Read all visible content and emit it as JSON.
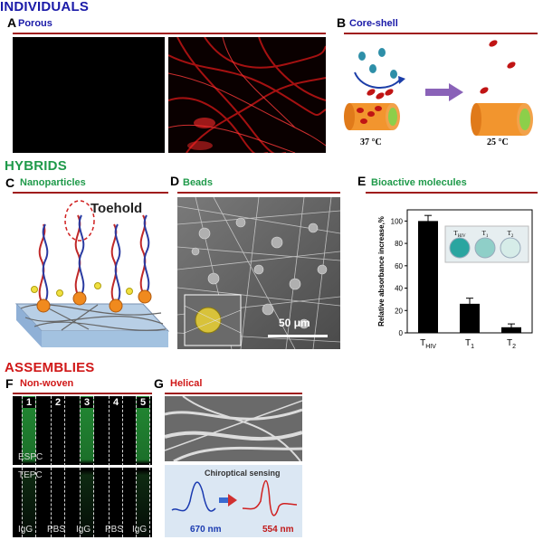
{
  "sections": {
    "individuals": "INDIVIDUALS",
    "hybrids": "HYBRIDS",
    "assemblies": "ASSEMBLIES"
  },
  "colors": {
    "individuals": "#1a1aa8",
    "hybrids": "#1f9a4a",
    "assemblies": "#d01818",
    "rule": "#a01c1c"
  },
  "panels": {
    "A": {
      "letter": "A",
      "title": "Porous"
    },
    "B": {
      "letter": "B",
      "title": "Core-shell",
      "temp_left": "37 °C",
      "temp_right": "25 °C"
    },
    "C": {
      "letter": "C",
      "title": "Nanoparticles",
      "label": "Toehold"
    },
    "D": {
      "letter": "D",
      "title": "Beads",
      "scale": "50 μm"
    },
    "E": {
      "letter": "E",
      "title": "Bioactive molecules"
    },
    "F": {
      "letter": "F",
      "title": "Non-woven",
      "lanes": [
        "1",
        "2",
        "3",
        "4",
        "5"
      ],
      "row_top": "ESPC",
      "row_bottom": "TEPC",
      "bottom_labels": [
        "IgG",
        "PBS",
        "IgG",
        "PBS",
        "IgG"
      ]
    },
    "G": {
      "letter": "G",
      "title": "Helical",
      "inset_title": "Chiroptical sensing",
      "wl_left": "670 nm",
      "wl_right": "554 nm"
    }
  },
  "chart_data": {
    "type": "bar",
    "categories": [
      "T_HIV",
      "T_1",
      "T_2"
    ],
    "values": [
      100,
      26,
      5
    ],
    "errors": [
      5,
      5,
      3
    ],
    "ylabel": "Relative absorbance increase,%",
    "ylim": [
      0,
      110
    ],
    "yticks": [
      0,
      20,
      40,
      60,
      80,
      100
    ],
    "inset_labels": [
      "T_HIV",
      "T_1",
      "T_2"
    ]
  }
}
